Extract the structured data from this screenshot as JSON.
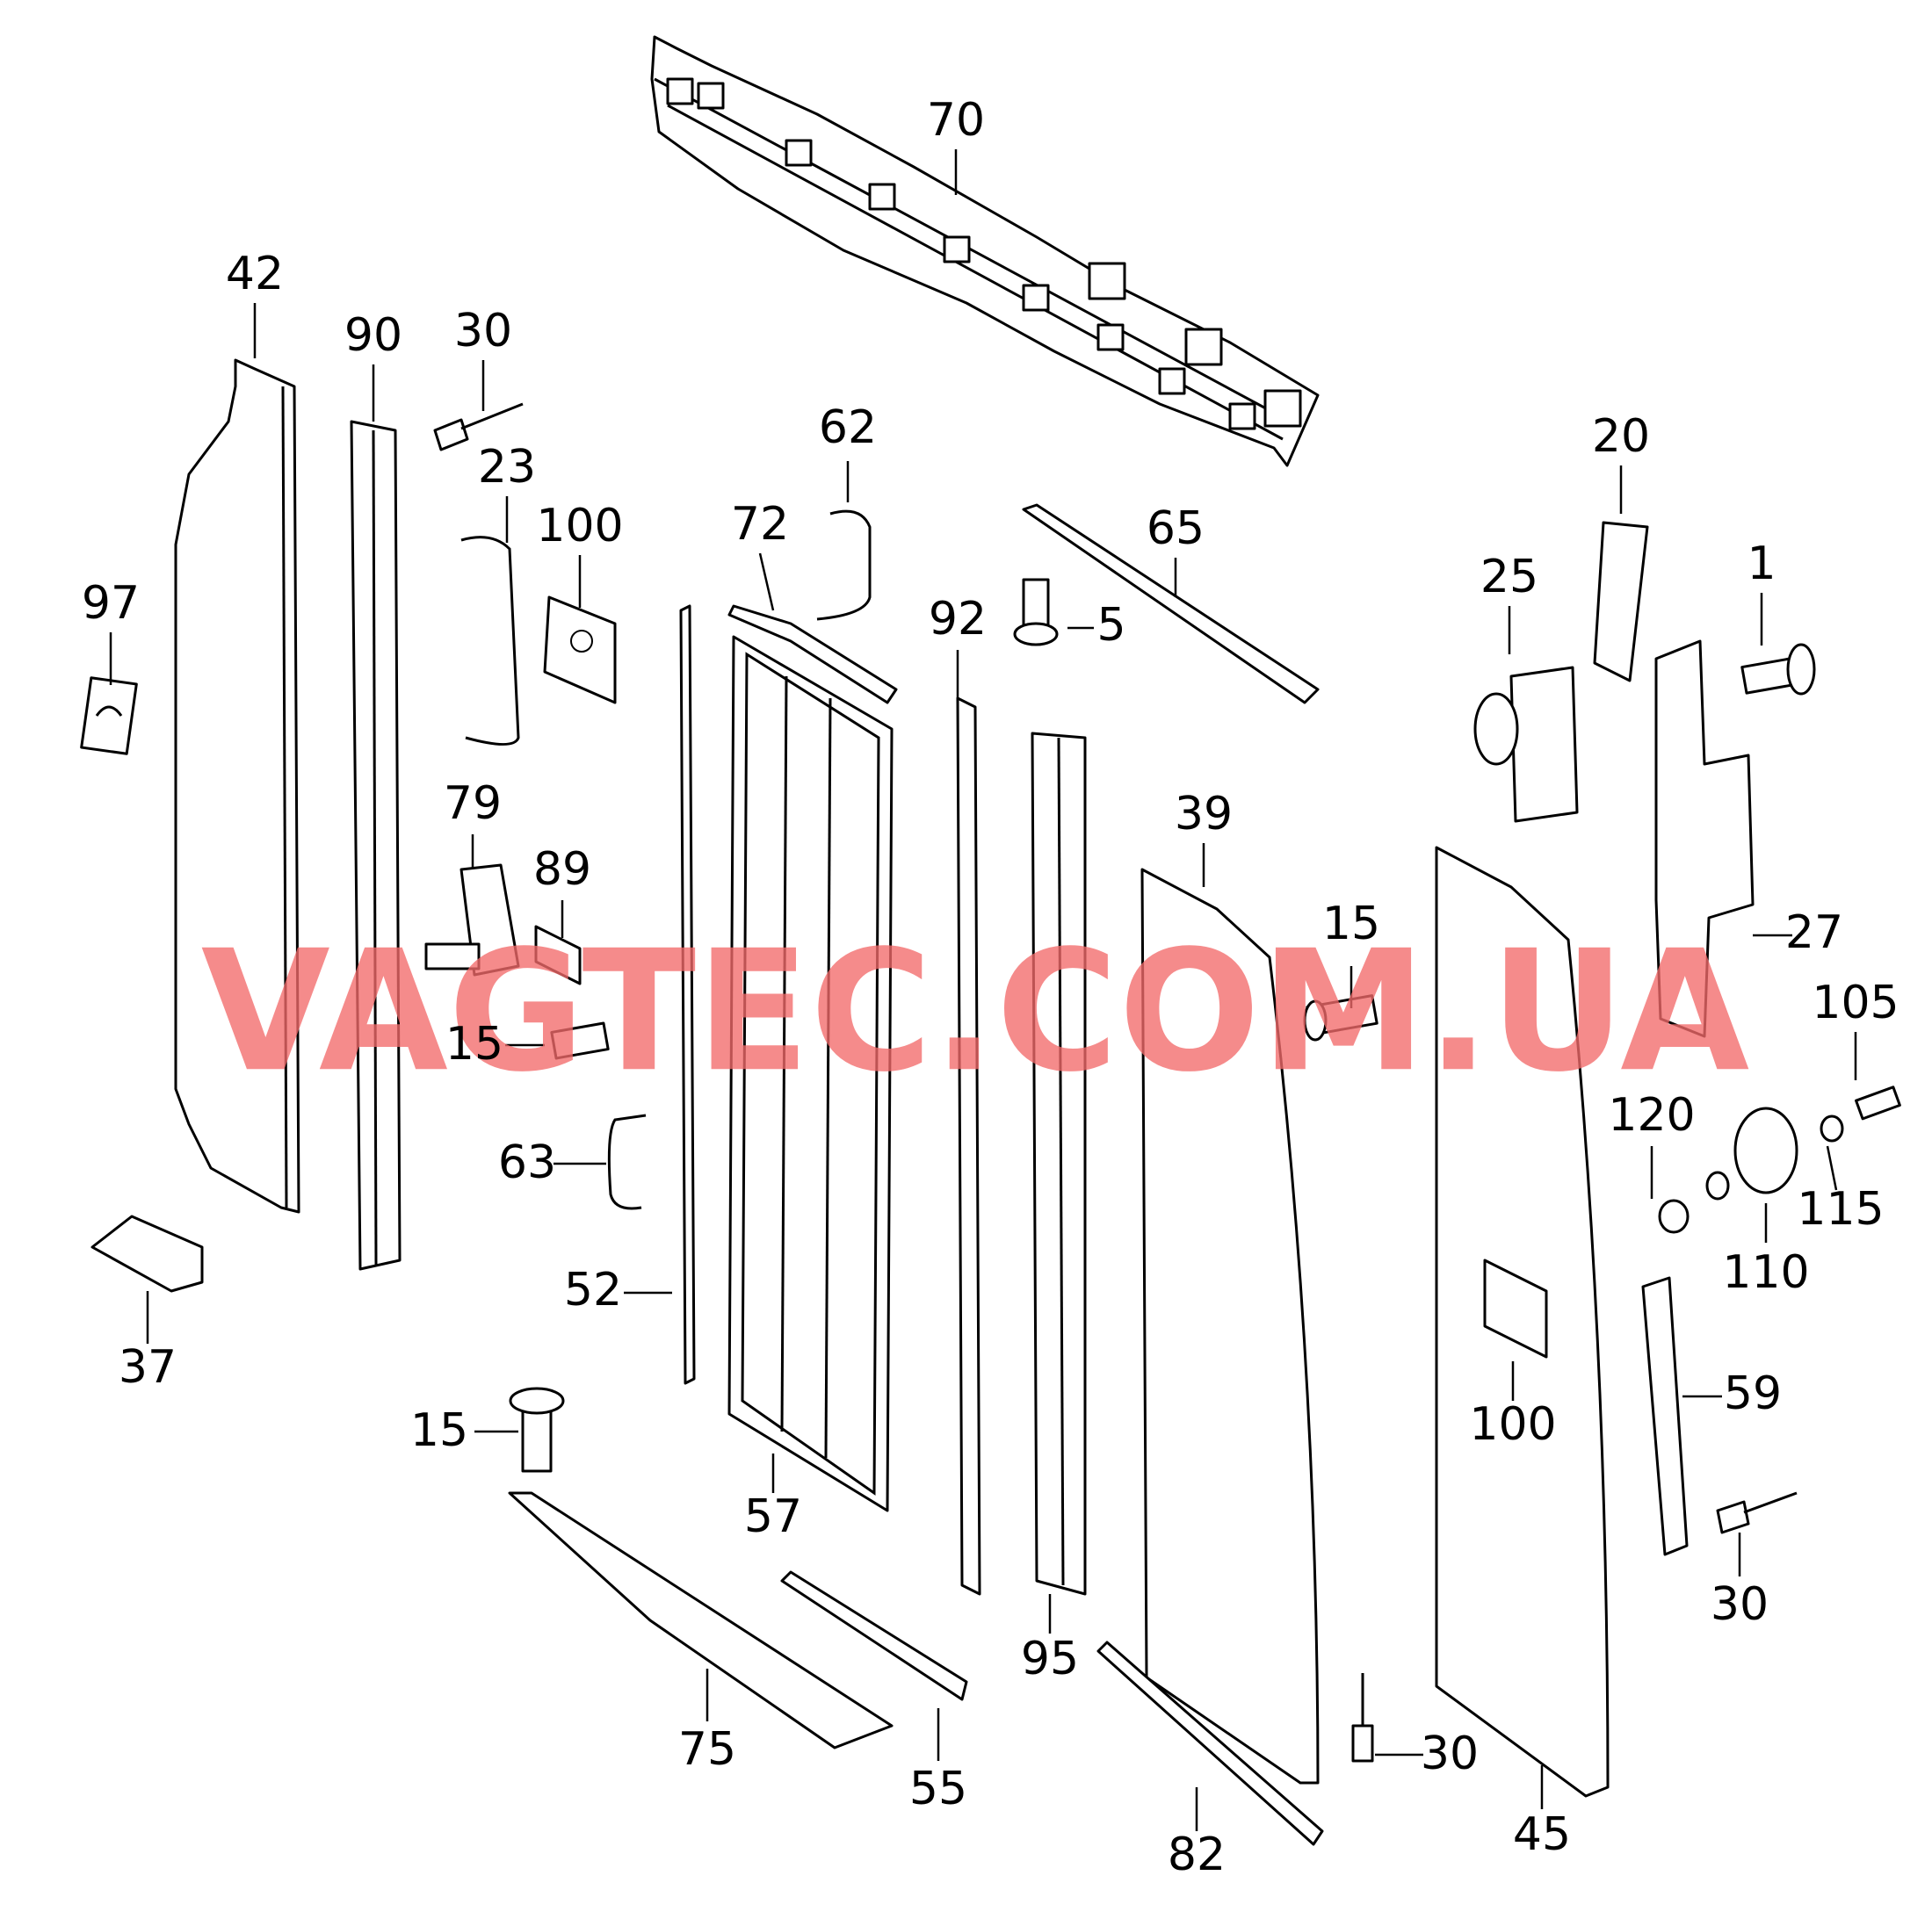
{
  "diagram": {
    "watermark": "VAGTEC.COM.UA",
    "callouts": [
      {
        "id": "70",
        "label": "70"
      },
      {
        "id": "42",
        "label": "42"
      },
      {
        "id": "90",
        "label": "90"
      },
      {
        "id": "30a",
        "label": "30"
      },
      {
        "id": "23",
        "label": "23"
      },
      {
        "id": "100a",
        "label": "100"
      },
      {
        "id": "62",
        "label": "62"
      },
      {
        "id": "72",
        "label": "72"
      },
      {
        "id": "65",
        "label": "65"
      },
      {
        "id": "20",
        "label": "20"
      },
      {
        "id": "1",
        "label": "1"
      },
      {
        "id": "97",
        "label": "97"
      },
      {
        "id": "92",
        "label": "92"
      },
      {
        "id": "5",
        "label": "5"
      },
      {
        "id": "25",
        "label": "25"
      },
      {
        "id": "79",
        "label": "79"
      },
      {
        "id": "89",
        "label": "89"
      },
      {
        "id": "39",
        "label": "39"
      },
      {
        "id": "15a",
        "label": "15"
      },
      {
        "id": "27",
        "label": "27"
      },
      {
        "id": "15b",
        "label": "15"
      },
      {
        "id": "105",
        "label": "105"
      },
      {
        "id": "120",
        "label": "120"
      },
      {
        "id": "63",
        "label": "63"
      },
      {
        "id": "115",
        "label": "115"
      },
      {
        "id": "110",
        "label": "110"
      },
      {
        "id": "52",
        "label": "52"
      },
      {
        "id": "37",
        "label": "37"
      },
      {
        "id": "100b",
        "label": "100"
      },
      {
        "id": "59",
        "label": "59"
      },
      {
        "id": "15c",
        "label": "15"
      },
      {
        "id": "57",
        "label": "57"
      },
      {
        "id": "30b",
        "label": "30"
      },
      {
        "id": "95",
        "label": "95"
      },
      {
        "id": "75",
        "label": "75"
      },
      {
        "id": "55",
        "label": "55"
      },
      {
        "id": "30c",
        "label": "30"
      },
      {
        "id": "82",
        "label": "82"
      },
      {
        "id": "45",
        "label": "45"
      }
    ]
  }
}
